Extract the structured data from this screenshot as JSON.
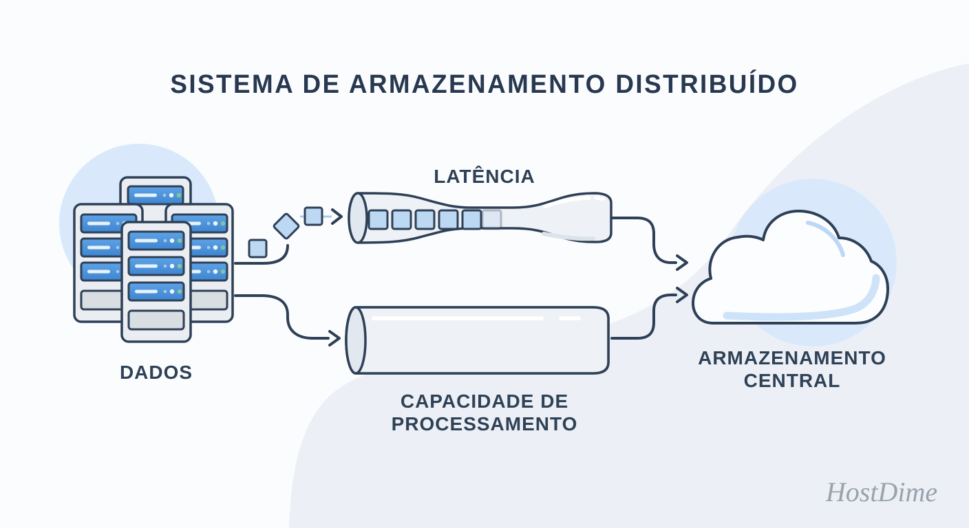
{
  "title": "SISTEMA DE ARMAZENAMENTO DISTRIBUÍDO",
  "nodes": {
    "data_label": "DADOS",
    "latency_label": "LATÊNCIA",
    "capacity_label_line1": "CAPACIDADE DE",
    "capacity_label_line2": "PROCESSAMENTO",
    "storage_label_line1": "ARMAZENAMENTO",
    "storage_label_line2": "CENTRAL"
  },
  "branding": {
    "logo_text": "HostDime"
  },
  "icons": {
    "server_cluster": "server-cluster-icon",
    "data_block": "data-block-icon",
    "bottleneck_pipe": "bottleneck-pipe-icon",
    "capacity_cylinder": "capacity-cylinder-icon",
    "cloud": "cloud-icon",
    "flow_arrow": "arrow-right-icon"
  },
  "colors": {
    "outline": "#2e4057",
    "title_color": "#273850",
    "label_color": "#2f4156",
    "background": "#fbfcfe",
    "tint": "#ecf0f6",
    "halo_blue": "#d9e9fb",
    "server_blue": "#4a90d9",
    "block_blue": "#bcd8f2",
    "status_green": "#7cc79c",
    "logo_gray": "#9aa2ad"
  }
}
